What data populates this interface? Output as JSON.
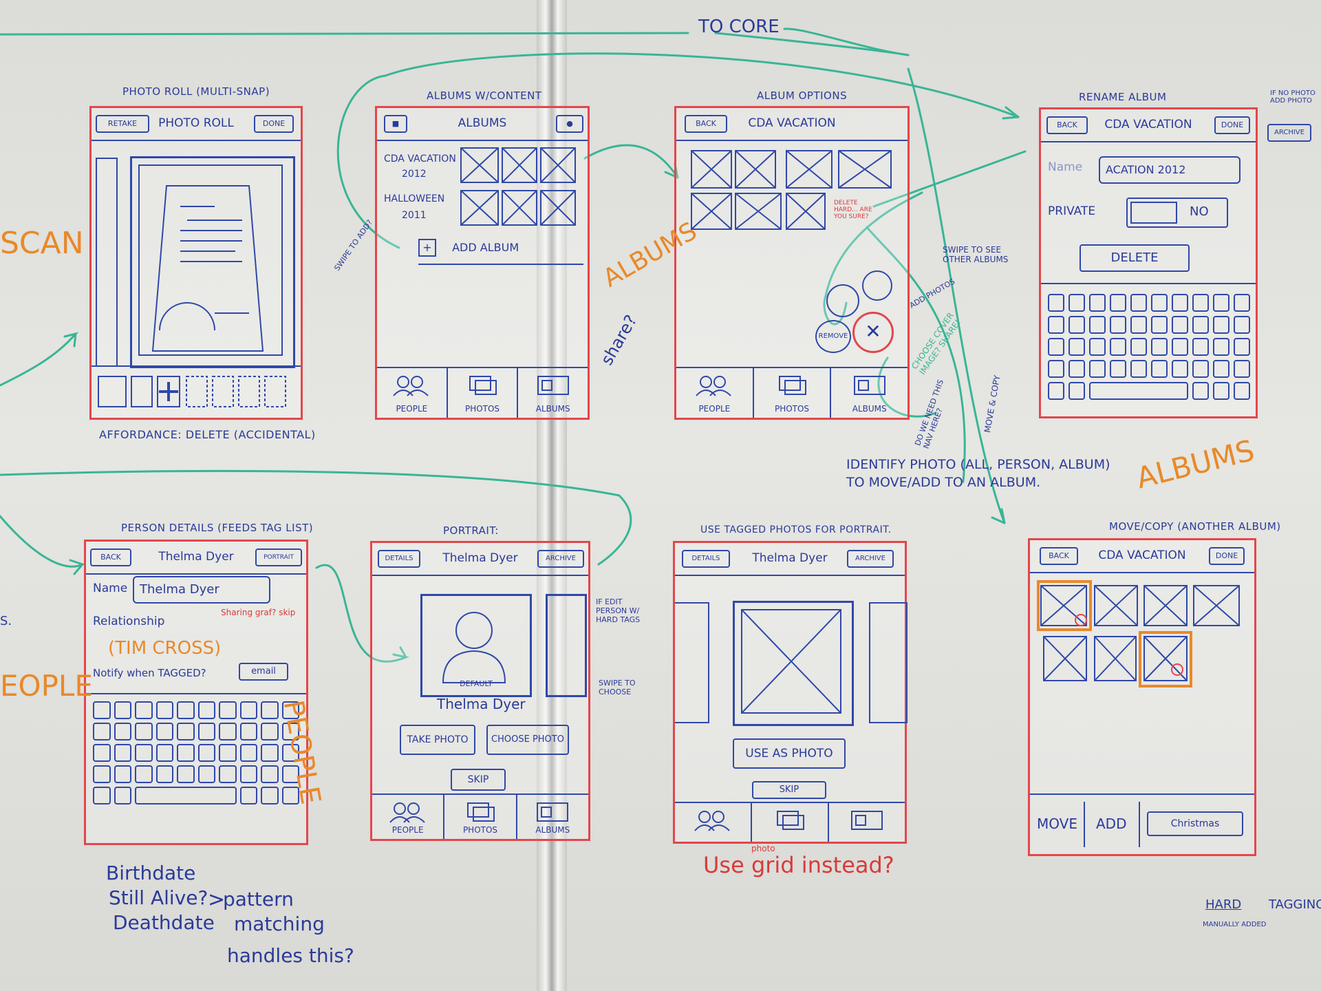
{
  "colors": {
    "blue": "#2a3a9a",
    "red": "#e2474b",
    "green": "#38b596",
    "orange": "#e8892a"
  },
  "top_label": "TO CORE",
  "screens": {
    "photo_roll": {
      "caption": "PHOTO ROLL (MULTI-SNAP)",
      "left_btn": "RETAKE",
      "title": "PHOTO ROLL",
      "right_btn": "DONE",
      "note": "AFFORDANCE: DELETE (ACCIDENTAL)"
    },
    "albums": {
      "caption": "ALBUMS W/CONTENT",
      "title": "ALBUMS",
      "rows": [
        {
          "name": "CDA VACATION",
          "year": "2012"
        },
        {
          "name": "HALLOWEEN",
          "year": "2011"
        }
      ],
      "add_label": "ADD ALBUM",
      "tabs": [
        "PEOPLE",
        "PHOTOS",
        "ALBUMS"
      ]
    },
    "album_options": {
      "caption": "ALBUM OPTIONS",
      "back": "BACK",
      "title": "CDA VACATION",
      "remove_btn": "REMOVE",
      "tabs": [
        "PEOPLE",
        "PHOTOS",
        "ALBUMS"
      ]
    },
    "rename_album": {
      "caption": "RENAME ALBUM",
      "back": "BACK",
      "title": "CDA VACATION",
      "right_btn": "DONE",
      "extra_btn": "ARCHIVE",
      "name_label": "Name",
      "name_value": "ACATION 2012",
      "private_label": "PRIVATE",
      "private_value": "NO",
      "delete_btn": "DELETE"
    },
    "person_details": {
      "caption": "PERSON DETAILS (FEEDS TAG LIST)",
      "back": "BACK",
      "title": "Thelma Dyer",
      "right_btn": "PORTRAIT",
      "name_label": "Name",
      "name_value": "Thelma Dyer",
      "relationship_label": "Relationship",
      "relationship_note": "Sharing graf? skip",
      "orange_name": "(TIM CROSS)",
      "notify_label": "Notify when TAGGED?",
      "notify_value": "email"
    },
    "portrait": {
      "caption": "PORTRAIT:",
      "back": "DETAILS",
      "title": "Thelma Dyer",
      "right_btn": "ARCHIVE",
      "default_label": "DEFAULT",
      "person_name": "Thelma Dyer",
      "take_btn": "TAKE PHOTO",
      "choose_btn": "CHOOSE PHOTO",
      "skip_btn": "SKIP",
      "tabs": [
        "PEOPLE",
        "PHOTOS",
        "ALBUMS"
      ]
    },
    "tagged_portrait": {
      "caption": "USE TAGGED PHOTOS FOR PORTRAIT.",
      "back": "DETAILS",
      "title": "Thelma Dyer",
      "right_btn": "ARCHIVE",
      "use_btn": "USE AS PHOTO",
      "skip_btn": "SKIP"
    },
    "move_copy": {
      "caption": "MOVE/COPY (ANOTHER ALBUM)",
      "back": "BACK",
      "title": "CDA VACATION",
      "right_btn": "DONE",
      "bottom": [
        "MOVE",
        "ADD",
        "Christmas"
      ]
    }
  },
  "annotations": {
    "scan": "SCAN",
    "people_left": "EOPLE",
    "albums_orange_1": "ALBUMS",
    "albums_orange_2": "ALBUMS",
    "people_orange": "PEOPLE",
    "share": "share?",
    "swipe_to_add": "SWIPE TO ADD?",
    "swipe_see_other": "SWIPE TO SEE OTHER ALBUMS",
    "add_photos": "ADD PHOTOS",
    "choose_cover": "CHOOSE COVER IMAGE? SHARE!",
    "do_we_need_nav": "DO WE NEED THIS NAV HERE?",
    "move_copy_note": "MOVE & COPY",
    "delete_hard": "DELETE HARD... ARE YOU SURE?",
    "if_no_photo": "IF NO PHOTO ADD PHOTO",
    "identify": "IDENTIFY PHOTO (ALL, PERSON, ALBUM)",
    "identify_2": "TO MOVE/ADD TO AN ALBUM.",
    "if_edit": "IF EDIT PERSON W/ HARD TAGS",
    "swipe_choose": "SWIPE TO CHOOSE",
    "use_grid": "Use grid instead?",
    "photo_small": "photo",
    "birthdate": "Birthdate",
    "still_alive": "Still Alive?",
    "deathdate": "Deathdate",
    "pattern": "pattern",
    "matching": "matching",
    "handles": "handles this?",
    "hard": "HARD",
    "tagging": "TAGGING",
    "manually": "MANUALLY ADDED",
    "left_note": "S."
  }
}
